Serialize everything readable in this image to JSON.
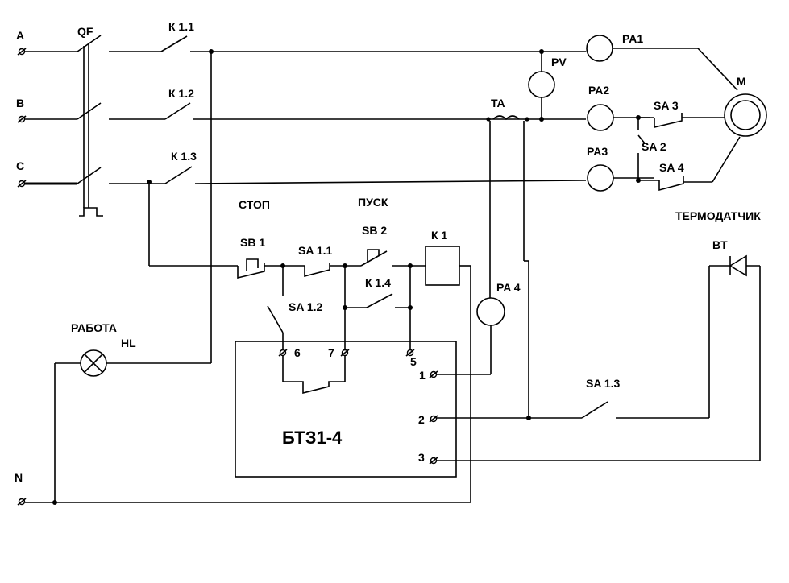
{
  "phases": {
    "a": "A",
    "b": "B",
    "c": "C",
    "n": "N"
  },
  "breaker": "QF",
  "contacts": {
    "k11": "К 1.1",
    "k12": "К 1.2",
    "k13": "К 1.3",
    "k14": "К 1.4",
    "k1": "К 1"
  },
  "meters": {
    "pa1": "PA1",
    "pa2": "PA2",
    "pa3": "PA3",
    "pa4": "PA 4",
    "pv": "PV",
    "ta": "TA"
  },
  "motor": "M",
  "switches": {
    "sa2": "SA 2",
    "sa3": "SA 3",
    "sa4": "SA 4",
    "sa11": "SA 1.1",
    "sa12": "SA 1.2",
    "sa13": "SA 1.3"
  },
  "buttons": {
    "stop_label": "СТОП",
    "start_label": "ПУСК",
    "sb1": "SB 1",
    "sb2": "SB 2"
  },
  "thermal": {
    "label": "ТЕРМОДАТЧИК",
    "code": "BT"
  },
  "lamp": {
    "label": "РАБОТА",
    "code": "HL"
  },
  "block": {
    "name": "БТЗ1-4",
    "terminals": [
      "6",
      "7",
      "5",
      "1",
      "2",
      "3"
    ]
  }
}
